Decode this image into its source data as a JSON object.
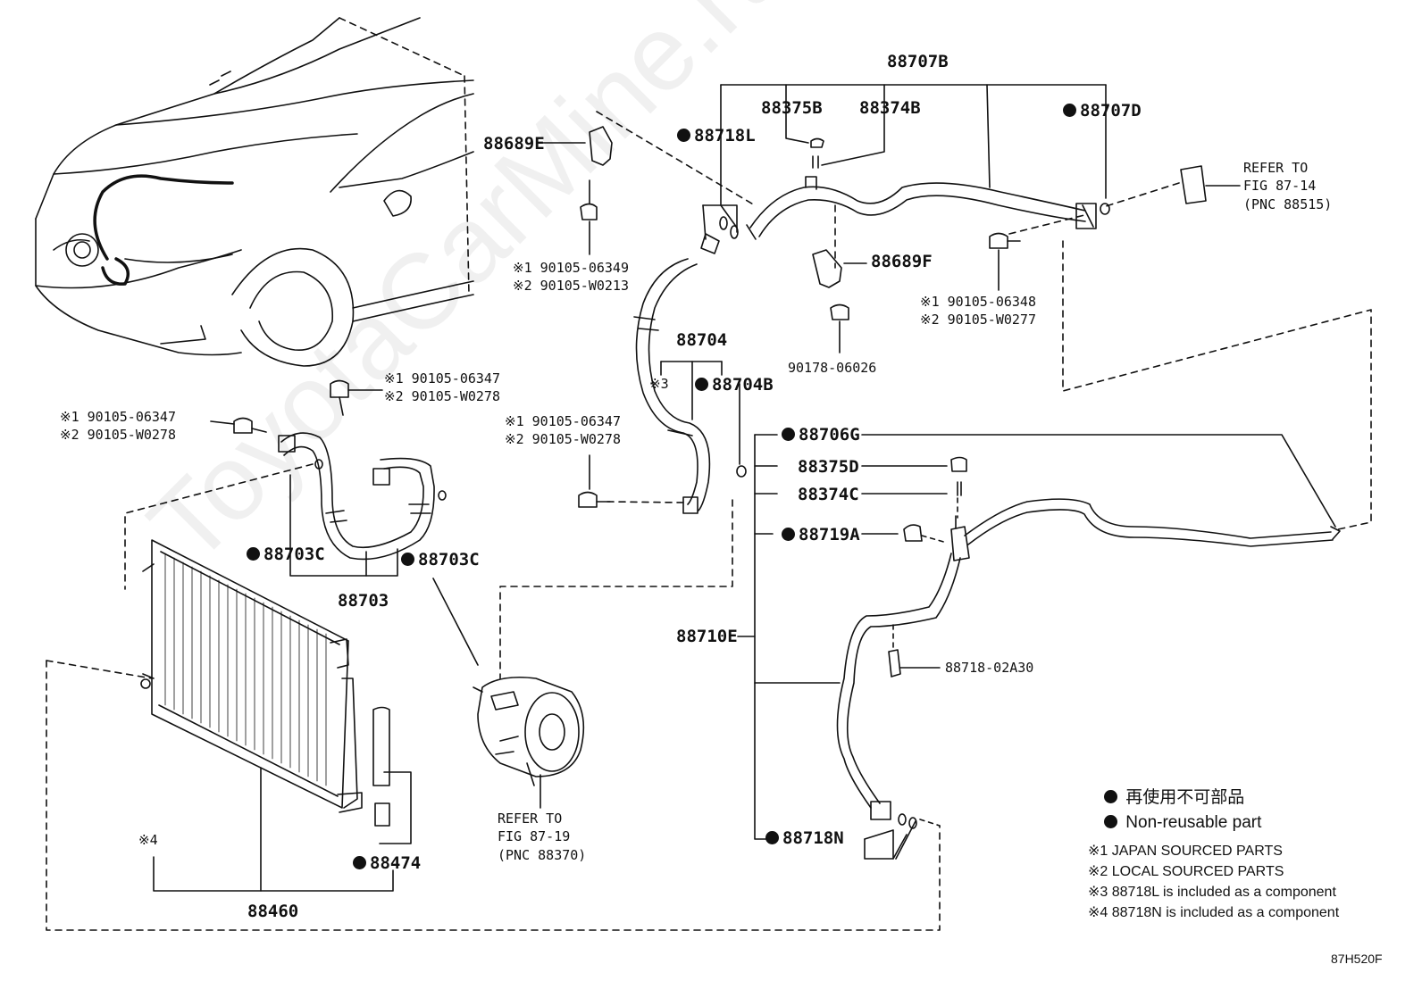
{
  "figure_code": "87H520F",
  "watermark": "ToyotaCarMine.ru",
  "colors": {
    "ink": "#111111",
    "background": "#ffffff"
  },
  "refs": {
    "fig_87_14": "REFER TO\nFIG 87-14\n(PNC 88515)",
    "fig_87_19": "REFER TO\nFIG 87-19\n(PNC 88370)"
  },
  "parts": {
    "p88707B": "88707B",
    "p88375B": "88375B",
    "p88374B": "88374B",
    "p88707D": "88707D",
    "p88718L": "88718L",
    "p88689E": "88689E",
    "p88689F": "88689F",
    "p88704": "88704",
    "p88704B": "88704B",
    "mark3": "※3",
    "p90178": "90178-06026",
    "p88706G": "88706G",
    "p88375D": "88375D",
    "p88374C": "88374C",
    "p88719A": "88719A",
    "p88710E": "88710E",
    "p88718_02A30": "88718-02A30",
    "p88718N": "88718N",
    "p88703C_left": "88703C",
    "p88703C_right": "88703C",
    "p88703": "88703",
    "p88474": "88474",
    "mark4": "※4",
    "p88460": "88460"
  },
  "bolts": {
    "b1_a": "※1 90105-06349",
    "b1_b": "※2 90105-W0213",
    "b2_a": "※1 90105-06348",
    "b2_b": "※2 90105-W0277",
    "b3_a": "※1 90105-06347",
    "b3_b": "※2 90105-W0278",
    "b4_a": "※1 90105-06347",
    "b4_b": "※2 90105-W0278",
    "b5_a": "※1 90105-06347",
    "b5_b": "※2 90105-W0278"
  },
  "legend": {
    "non_reusable_jp": "再使用不可部品",
    "non_reusable_en": "Non-reusable part",
    "note1": "※1 JAPAN SOURCED PARTS",
    "note2": "※2 LOCAL SOURCED PARTS",
    "note3": "※3 88718L is included as a component",
    "note4": "※4 88718N is included as a component"
  }
}
